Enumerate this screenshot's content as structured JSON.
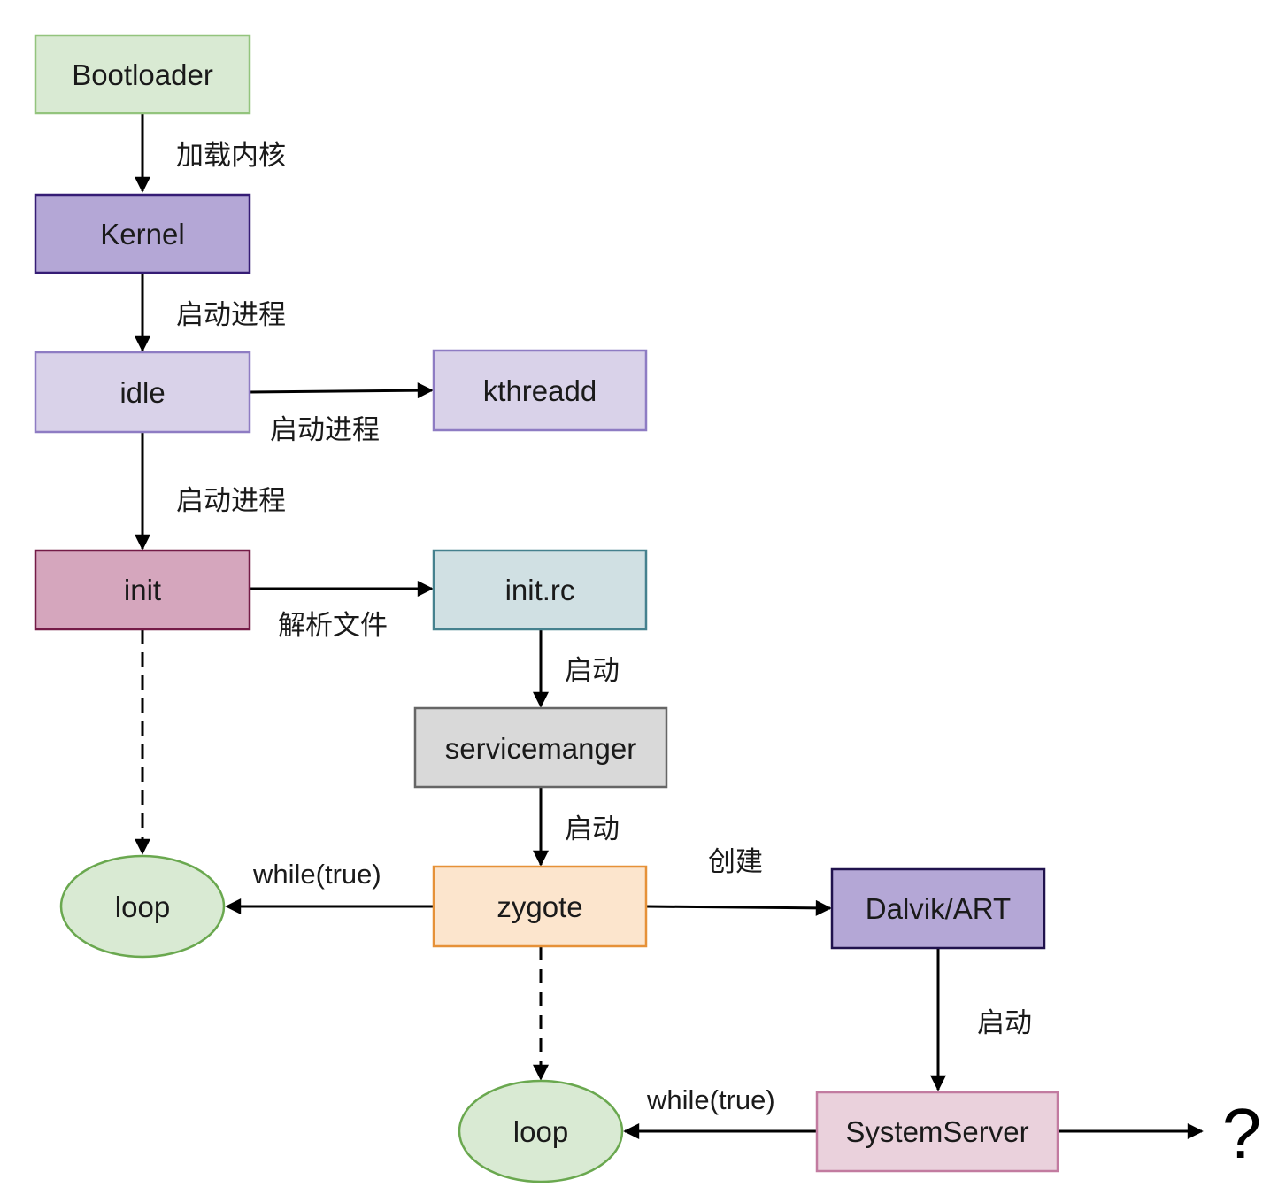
{
  "nodes": {
    "bootloader": {
      "label": "Bootloader",
      "fill": "#d9ead3",
      "stroke": "#93c47d"
    },
    "kernel": {
      "label": "Kernel",
      "fill": "#b4a7d6",
      "stroke": "#351c75"
    },
    "idle": {
      "label": "idle",
      "fill": "#d9d2e9",
      "stroke": "#8e7cc3"
    },
    "kthreadd": {
      "label": "kthreadd",
      "fill": "#d9d2e9",
      "stroke": "#8e7cc3"
    },
    "init": {
      "label": "init",
      "fill": "#d5a6bd",
      "stroke": "#741b47"
    },
    "init_rc": {
      "label": "init.rc",
      "fill": "#d0e0e3",
      "stroke": "#45818e"
    },
    "servicemanger": {
      "label": "servicemanger",
      "fill": "#d9d9d9",
      "stroke": "#666666"
    },
    "zygote": {
      "label": "zygote",
      "fill": "#fce5cd",
      "stroke": "#e69138"
    },
    "dalvik_art": {
      "label": "Dalvik/ART",
      "fill": "#b4a7d6",
      "stroke": "#20124d"
    },
    "systemserver": {
      "label": "SystemServer",
      "fill": "#ead1dc",
      "stroke": "#c27ba0"
    },
    "loop_init": {
      "label": "loop",
      "fill": "#d9ead3",
      "stroke": "#6aa84f"
    },
    "loop_zygote": {
      "label": "loop",
      "fill": "#d9ead3",
      "stroke": "#6aa84f"
    },
    "question": {
      "label": "?"
    }
  },
  "edges": {
    "bootloader_kernel": {
      "label": "加载内核"
    },
    "kernel_idle": {
      "label": "启动进程"
    },
    "idle_kthreadd": {
      "label": "启动进程"
    },
    "idle_init": {
      "label": "启动进程"
    },
    "init_initrc": {
      "label": "解析文件"
    },
    "initrc_servicemanger": {
      "label": "启动"
    },
    "servicemanger_zygote": {
      "label": "启动"
    },
    "zygote_loop": {
      "label": "while(true)"
    },
    "zygote_dalvik": {
      "label": "创建"
    },
    "dalvik_systemserver": {
      "label": "启动"
    },
    "systemserver_loop": {
      "label": "while(true)"
    },
    "init_loop": {
      "label": ""
    },
    "zygote_loop2": {
      "label": ""
    },
    "systemserver_question": {
      "label": ""
    }
  },
  "colors": {
    "line": "#000000",
    "text": "#1a1a1a"
  }
}
